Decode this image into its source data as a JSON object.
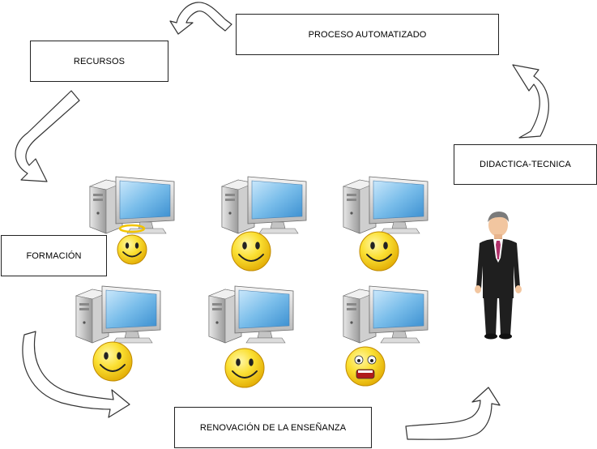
{
  "boxes": {
    "recursos": "RECURSOS",
    "proceso": "PROCESO AUTOMATIZADO",
    "didactica": "DIDACTICA-TECNICA",
    "formacion": "FORMACIÓN",
    "renovacion": "RENOVACIÓN DE LA ENSEÑANZA"
  },
  "computers": [
    {
      "face": "angel"
    },
    {
      "face": "smile"
    },
    {
      "face": "smile"
    },
    {
      "face": "smile"
    },
    {
      "face": "smile"
    },
    {
      "face": "shocked"
    }
  ],
  "icons": [
    "computer-icon",
    "smiley-icon",
    "angel-smiley-icon",
    "shocked-smiley-icon",
    "businessman-icon",
    "curved-arrow-icon"
  ],
  "colors": {
    "monitor_screen": "#6fb6e8",
    "smiley_yellow": "#f7d414",
    "suit": "#1e1e1e",
    "tie": "#b0306a"
  }
}
